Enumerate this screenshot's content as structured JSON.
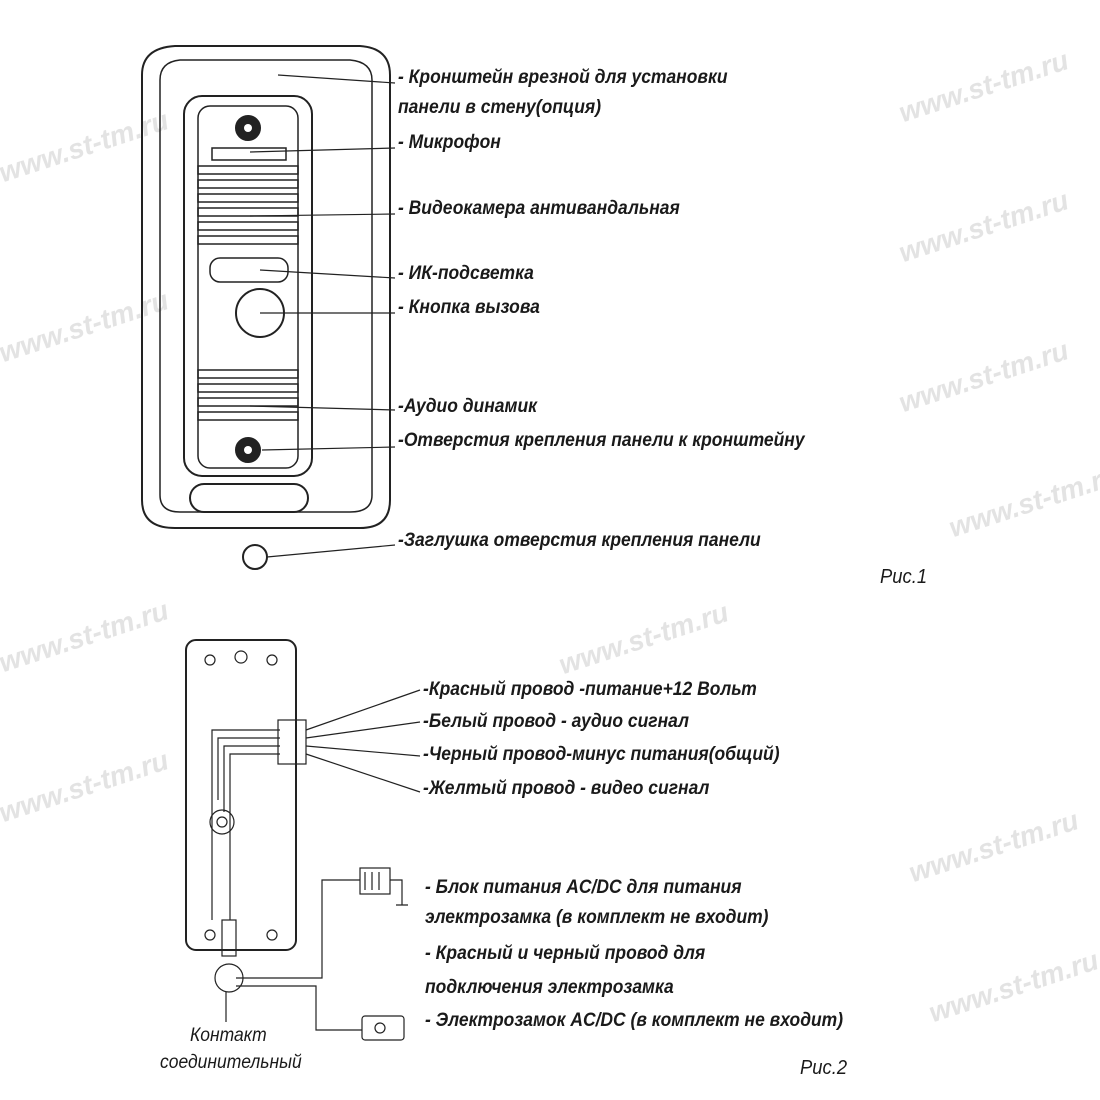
{
  "watermark": "www.st-tm.ru",
  "figure1": {
    "caption": "Рис.1",
    "labels": [
      "- Кронштейн врезной для установки",
      "панели в стену(опция)",
      "- Микрофон",
      "- Видеокамера антивандальная",
      "- ИК-подсветка",
      "- Кнопка вызова",
      "-Аудио динамик",
      "-Отверстия крепления панели к кронштейну",
      "-Заглушка отверстия крепления панели"
    ]
  },
  "figure2": {
    "caption": "Рис.2",
    "wires": [
      "-Красный провод -питание+12 Вольт",
      "-Белый провод - аудио сигнал",
      "-Черный провод-минус питания(общий)",
      "-Желтый провод - видео сигнал"
    ],
    "accessories": [
      "- Блок питания AC/DC для питания",
      "электрозамка (в комплект не входит)",
      "- Красный и черный провод для",
      "подключения электрозамка",
      "- Электрозамок AC/DC (в комплект не входит)"
    ],
    "contact_label": [
      "Контакт",
      "соединительный"
    ]
  }
}
